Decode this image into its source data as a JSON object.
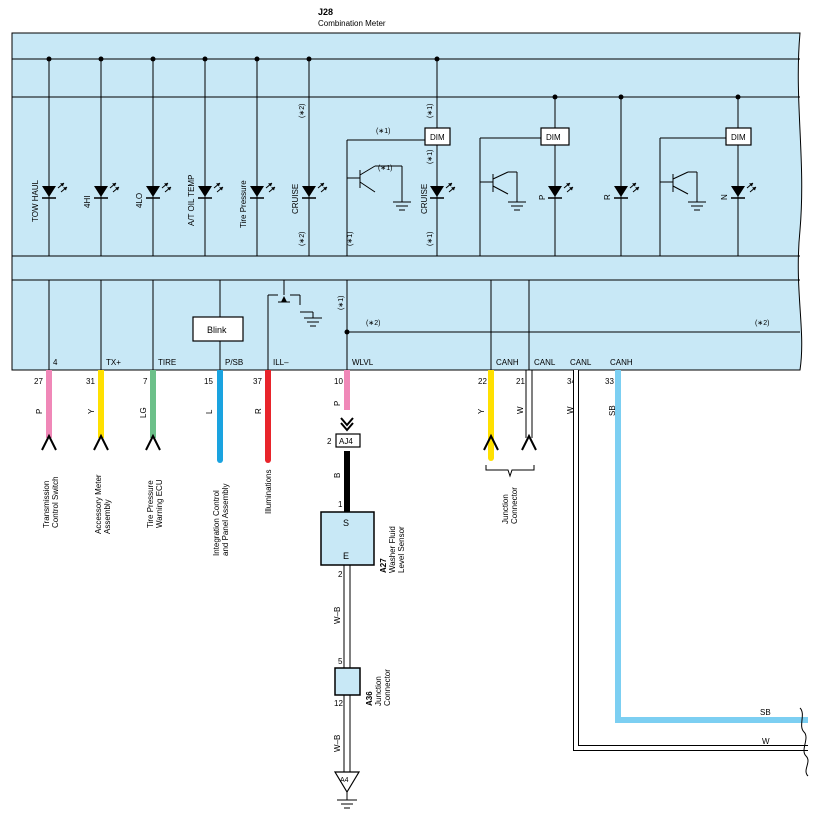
{
  "colors": {
    "panel_fill": "#c8e8f6",
    "wire_P": "#f088b8",
    "wire_Y": "#ffe000",
    "wire_LG": "#6cc089",
    "wire_L": "#1aa3e0",
    "wire_R": "#e8242b",
    "wire_SB": "#7ccff2",
    "wire_B": "#000000",
    "wire_W": "#ffffff"
  },
  "header": {
    "code": "J28",
    "name": "Combination Meter"
  },
  "indicators": [
    {
      "label": "TOW HAUL"
    },
    {
      "label": "4HI"
    },
    {
      "label": "4LO"
    },
    {
      "label": "A/T OIL TEMP"
    },
    {
      "label": "Tire Pressure"
    },
    {
      "label": "CRUISE"
    },
    {
      "label": "CRUISE"
    },
    {
      "label": "P"
    },
    {
      "label": "R"
    },
    {
      "label": "N"
    }
  ],
  "notes": {
    "n1": "(∗1)",
    "n2": "(∗2)"
  },
  "dim_label": "DIM",
  "blink_label": "Blink",
  "terminals": [
    "4",
    "TX+",
    "TIRE",
    "P/SB",
    "ILL–",
    "WLVL",
    "CANH",
    "CANL",
    "CANL",
    "CANH"
  ],
  "pins": [
    "27",
    "31",
    "7",
    "15",
    "37",
    "10",
    "22",
    "21",
    "34",
    "33"
  ],
  "wire_colors": [
    "P",
    "Y",
    "LG",
    "L",
    "R",
    "P",
    "Y",
    "W",
    "W",
    "SB"
  ],
  "destinations": [
    {
      "line1": "Transmission",
      "line2": "Control Switch"
    },
    {
      "line1": "Accessory Meter",
      "line2": "Assembly"
    },
    {
      "line1": "Tire Pressure",
      "line2": "Warning ECU"
    },
    {
      "line1": "Integration Control",
      "line2": "and Panel Assembly"
    },
    {
      "line1": "Illuminations",
      "line2": ""
    },
    {
      "line1": "Junction",
      "line2": "Connector"
    }
  ],
  "aj4": {
    "code": "AJ4",
    "pin_in": "2",
    "pin_out": "1",
    "wire": "B"
  },
  "a27": {
    "code": "A27",
    "line1": "Washer Fluid",
    "line2": "Level Sensor",
    "term_s": "S",
    "term_e": "E",
    "pin_e": "2",
    "wire": "W–B"
  },
  "a36": {
    "code": "A36",
    "line1": "Junction",
    "line2": "Connector",
    "pin_in": "5",
    "pin_out": "12",
    "wire": "W–B"
  },
  "ground": {
    "code": "A4"
  },
  "right_wires": {
    "sb": "SB",
    "w": "W"
  }
}
